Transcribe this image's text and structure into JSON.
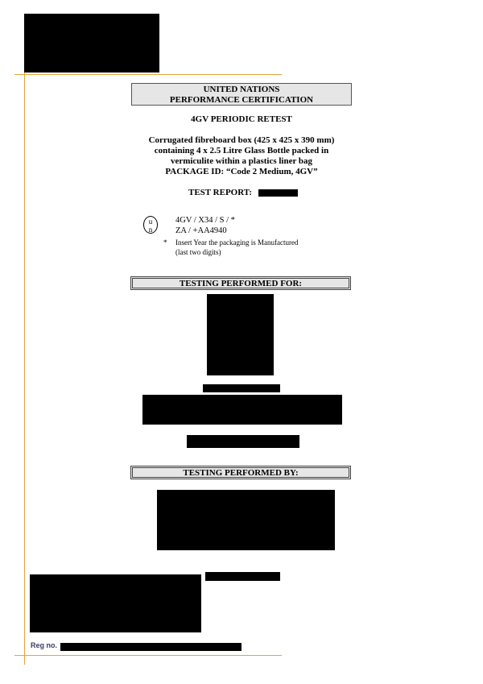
{
  "header": {
    "line1": "UNITED NATIONS",
    "line2": "PERFORMANCE CERTIFICATION"
  },
  "title": "4GV PERIODIC RETEST",
  "description": {
    "line1": "Corrugated fibreboard box (425 x 425 x 390 mm)",
    "line2": "containing 4 x 2.5 Litre Glass Bottle packed in",
    "line3": "vermiculite within a plastics liner bag",
    "line4": "PACKAGE ID: “Code 2 Medium, 4GV”"
  },
  "test_report_label": "TEST REPORT:",
  "un_mark": {
    "symbol_top": "u",
    "symbol_bottom": "n",
    "line1": "4GV / X34 / S / *",
    "line2": "ZA / +AA4940",
    "footnote_star": "*",
    "footnote_line1": "Insert Year the packaging is Manufactured",
    "footnote_line2": "(last two digits)"
  },
  "section_for": "TESTING PERFORMED FOR:",
  "section_by": "TESTING PERFORMED BY:",
  "footer": {
    "reg_label": "Reg no."
  },
  "colors": {
    "accent_line": "#e8a23a",
    "header_fill": "#e6e6e6",
    "redaction": "#000000"
  }
}
